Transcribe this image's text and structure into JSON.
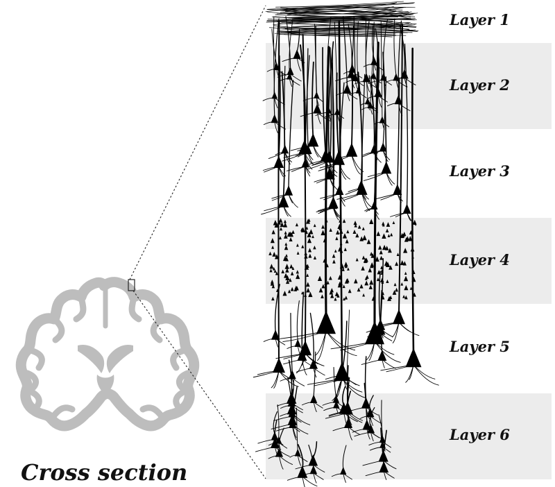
{
  "layers": [
    {
      "label": "Layer 1",
      "band": false
    },
    {
      "label": "Layer 2",
      "band": true
    },
    {
      "label": "Layer 3",
      "band": false
    },
    {
      "label": "Layer 4",
      "band": true
    },
    {
      "label": "Layer 5",
      "band": false
    },
    {
      "label": "Layer 6",
      "band": true
    }
  ],
  "caption": "Cross section",
  "colors": {
    "band": "#ececec",
    "brain": "#bdbdbd",
    "neuron": "#000000",
    "text": "#111111"
  }
}
